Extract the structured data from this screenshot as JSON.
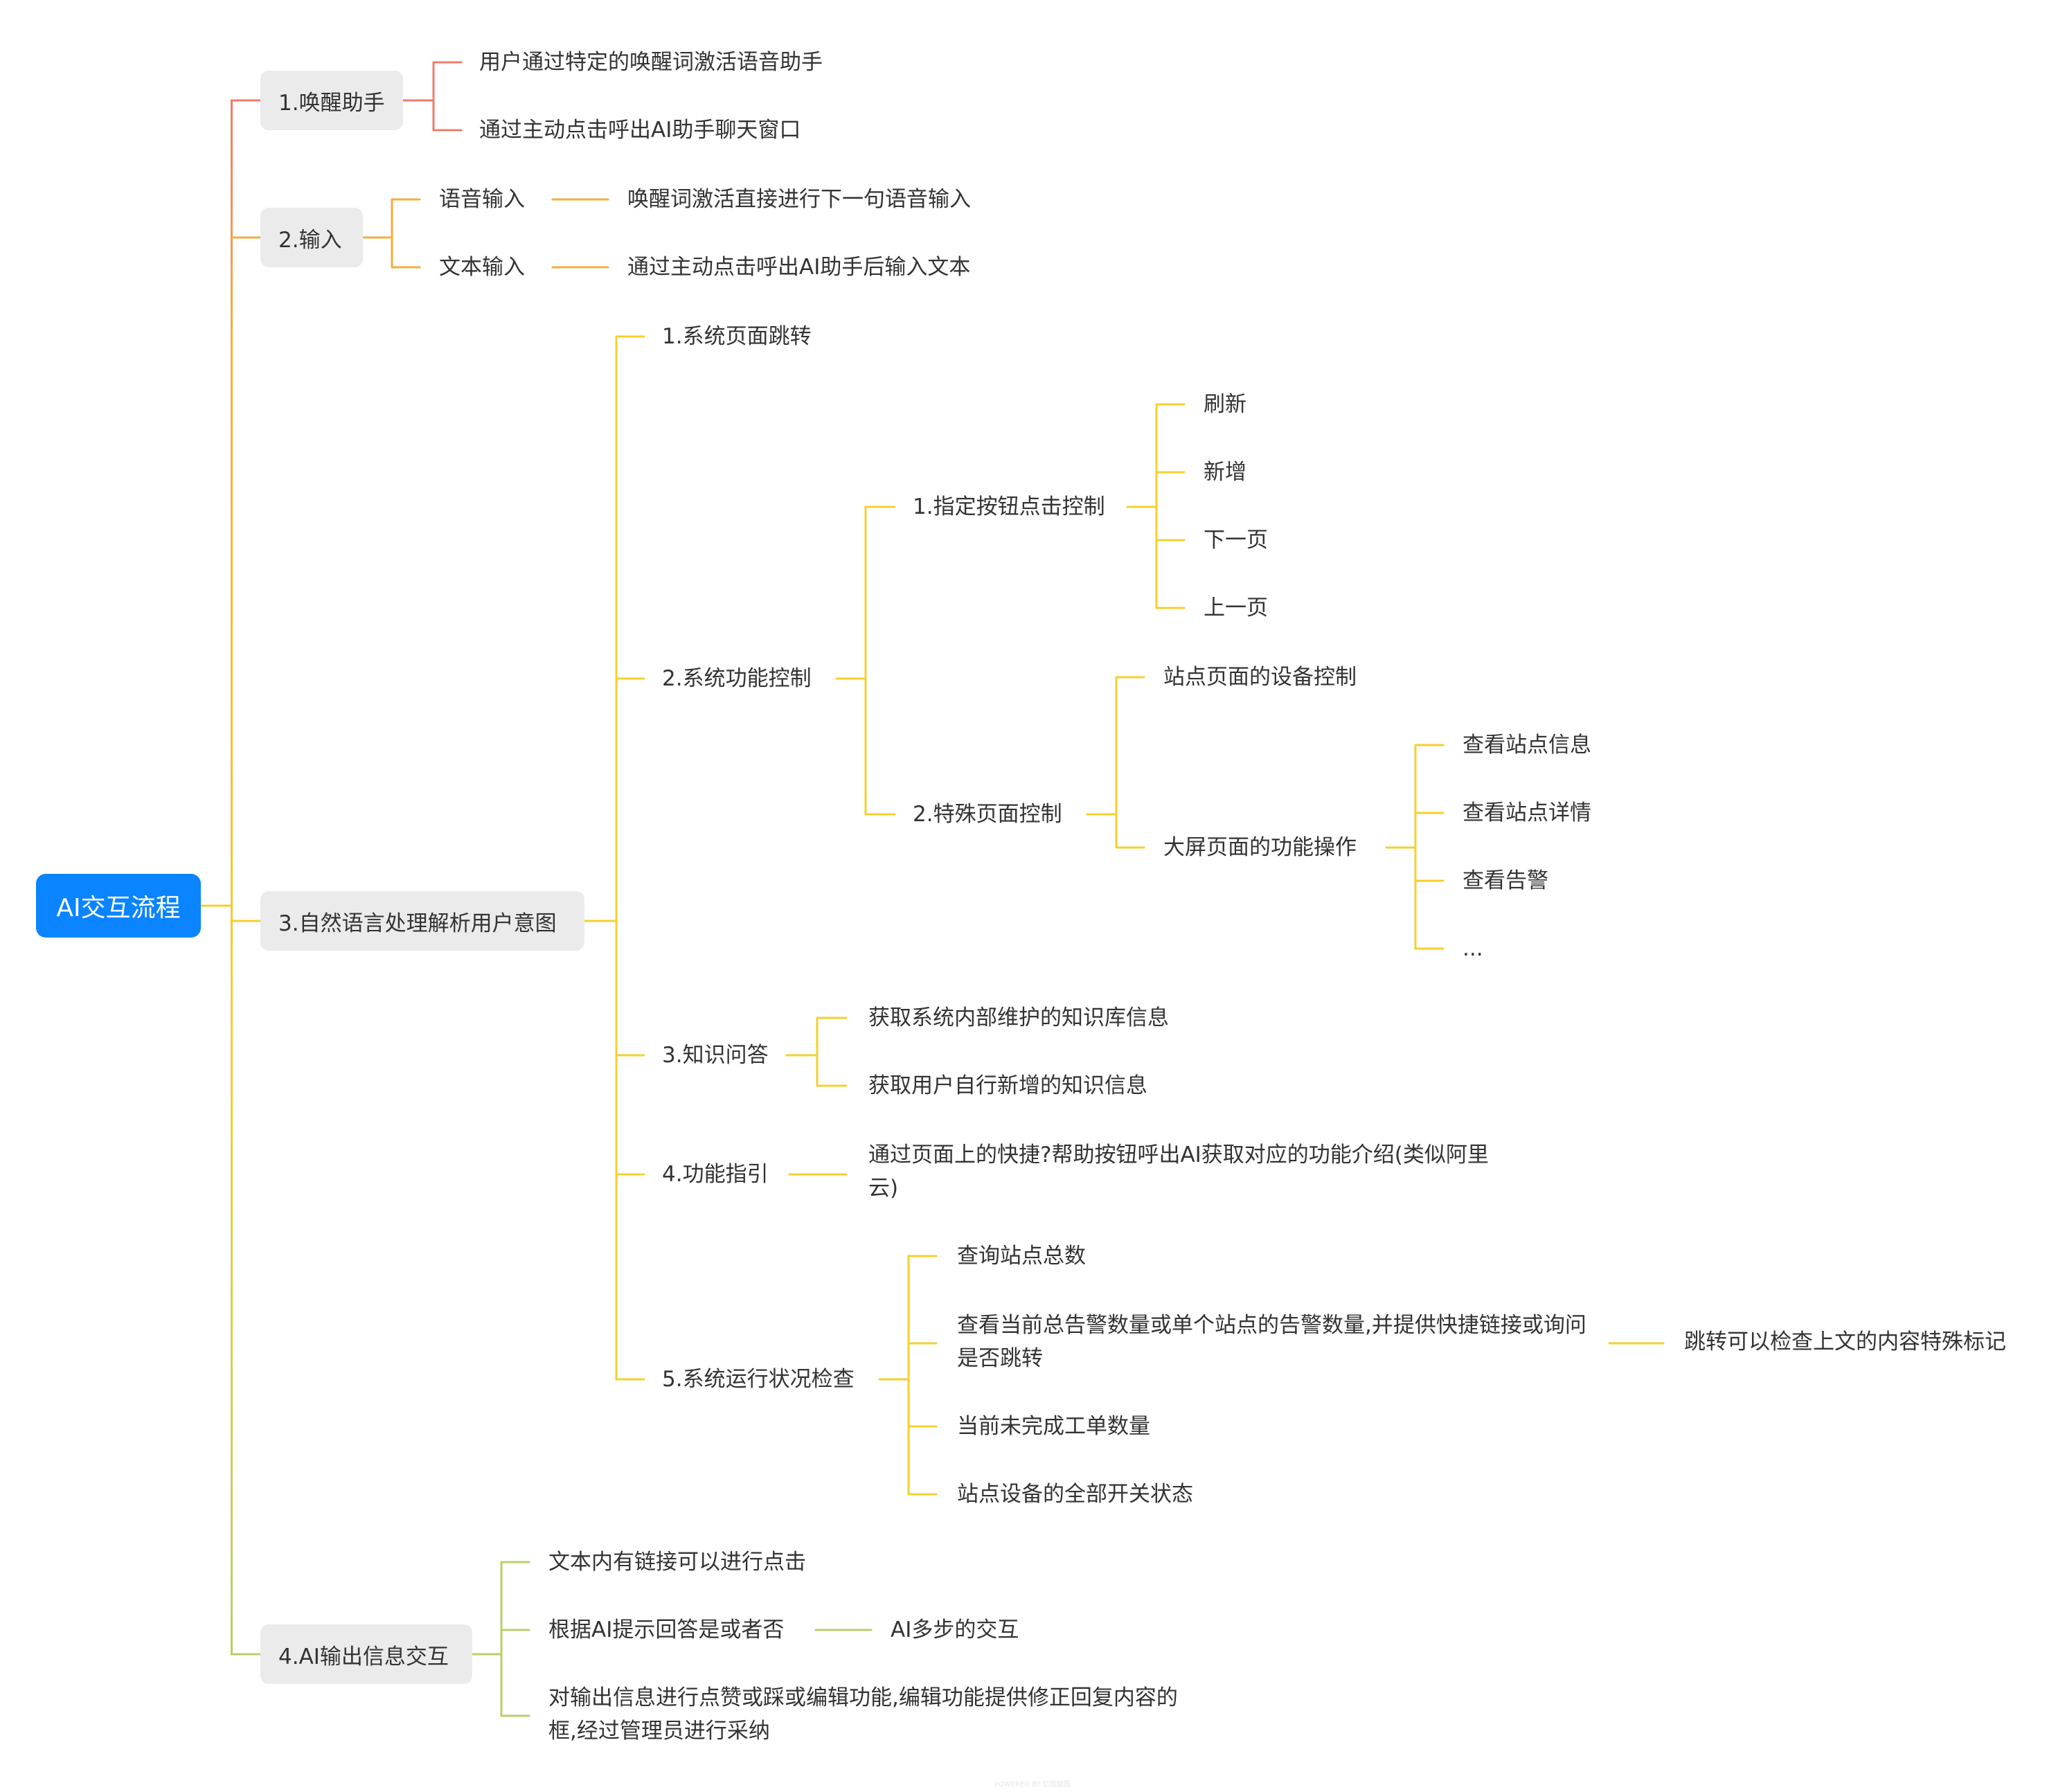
{
  "root": {
    "label": "AI交互流程"
  },
  "colors": {
    "root_fill": "#0a84ff",
    "branch1": "#ef7b6b",
    "branch2": "#f5ac3c",
    "branch3": "#f7cf2d",
    "branch4": "#b9cf6a",
    "main_node_fill": "#ebebeb"
  },
  "branches": [
    {
      "label": "1.唤醒助手",
      "children": [
        {
          "label": "用户通过特定的唤醒词激活语音助手"
        },
        {
          "label": "通过主动点击呼出AI助手聊天窗口"
        }
      ]
    },
    {
      "label": "2.输入",
      "children": [
        {
          "label": "语音输入",
          "children": [
            {
              "label": "唤醒词激活直接进行下一句语音输入"
            }
          ]
        },
        {
          "label": "文本输入",
          "children": [
            {
              "label": "通过主动点击呼出AI助手后输入文本"
            }
          ]
        }
      ]
    },
    {
      "label": "3.自然语言处理解析用户意图",
      "children": [
        {
          "label": "1.系统页面跳转"
        },
        {
          "label": "2.系统功能控制",
          "children": [
            {
              "label": "1.指定按钮点击控制",
              "children": [
                {
                  "label": "刷新"
                },
                {
                  "label": "新增"
                },
                {
                  "label": "下一页"
                },
                {
                  "label": "上一页"
                }
              ]
            },
            {
              "label": "2.特殊页面控制",
              "children": [
                {
                  "label": "站点页面的设备控制"
                },
                {
                  "label": "大屏页面的功能操作",
                  "children": [
                    {
                      "label": "查看站点信息"
                    },
                    {
                      "label": "查看站点详情"
                    },
                    {
                      "label": "查看告警"
                    },
                    {
                      "label": "..."
                    }
                  ]
                }
              ]
            }
          ]
        },
        {
          "label": "3.知识问答",
          "children": [
            {
              "label": "获取系统内部维护的知识库信息"
            },
            {
              "label": "获取用户自行新增的知识信息"
            }
          ]
        },
        {
          "label": "4.功能指引",
          "children": [
            {
              "label": "通过页面上的快捷?帮助按钮呼出AI获取对应的功能介绍(类似阿里云)"
            }
          ]
        },
        {
          "label": "5.系统运行状况检查",
          "children": [
            {
              "label": "查询站点总数"
            },
            {
              "label": "查看当前总告警数量或单个站点的告警数量,并提供快捷链接或询问是否跳转",
              "children": [
                {
                  "label": "跳转可以检查上文的内容特殊标记"
                }
              ]
            },
            {
              "label": "当前未完成工单数量"
            },
            {
              "label": "站点设备的全部开关状态"
            }
          ]
        }
      ]
    },
    {
      "label": "4.AI输出信息交互",
      "children": [
        {
          "label": "文本内有链接可以进行点击"
        },
        {
          "label": "根据AI提示回答是或者否",
          "children": [
            {
              "label": "AI多步的交互"
            }
          ]
        },
        {
          "label": "对输出信息进行点赞或踩或编辑功能,编辑功能提供修正回复内容的框,经过管理员进行采纳"
        }
      ]
    }
  ],
  "footer": "POWERED BY 亿图脑图"
}
